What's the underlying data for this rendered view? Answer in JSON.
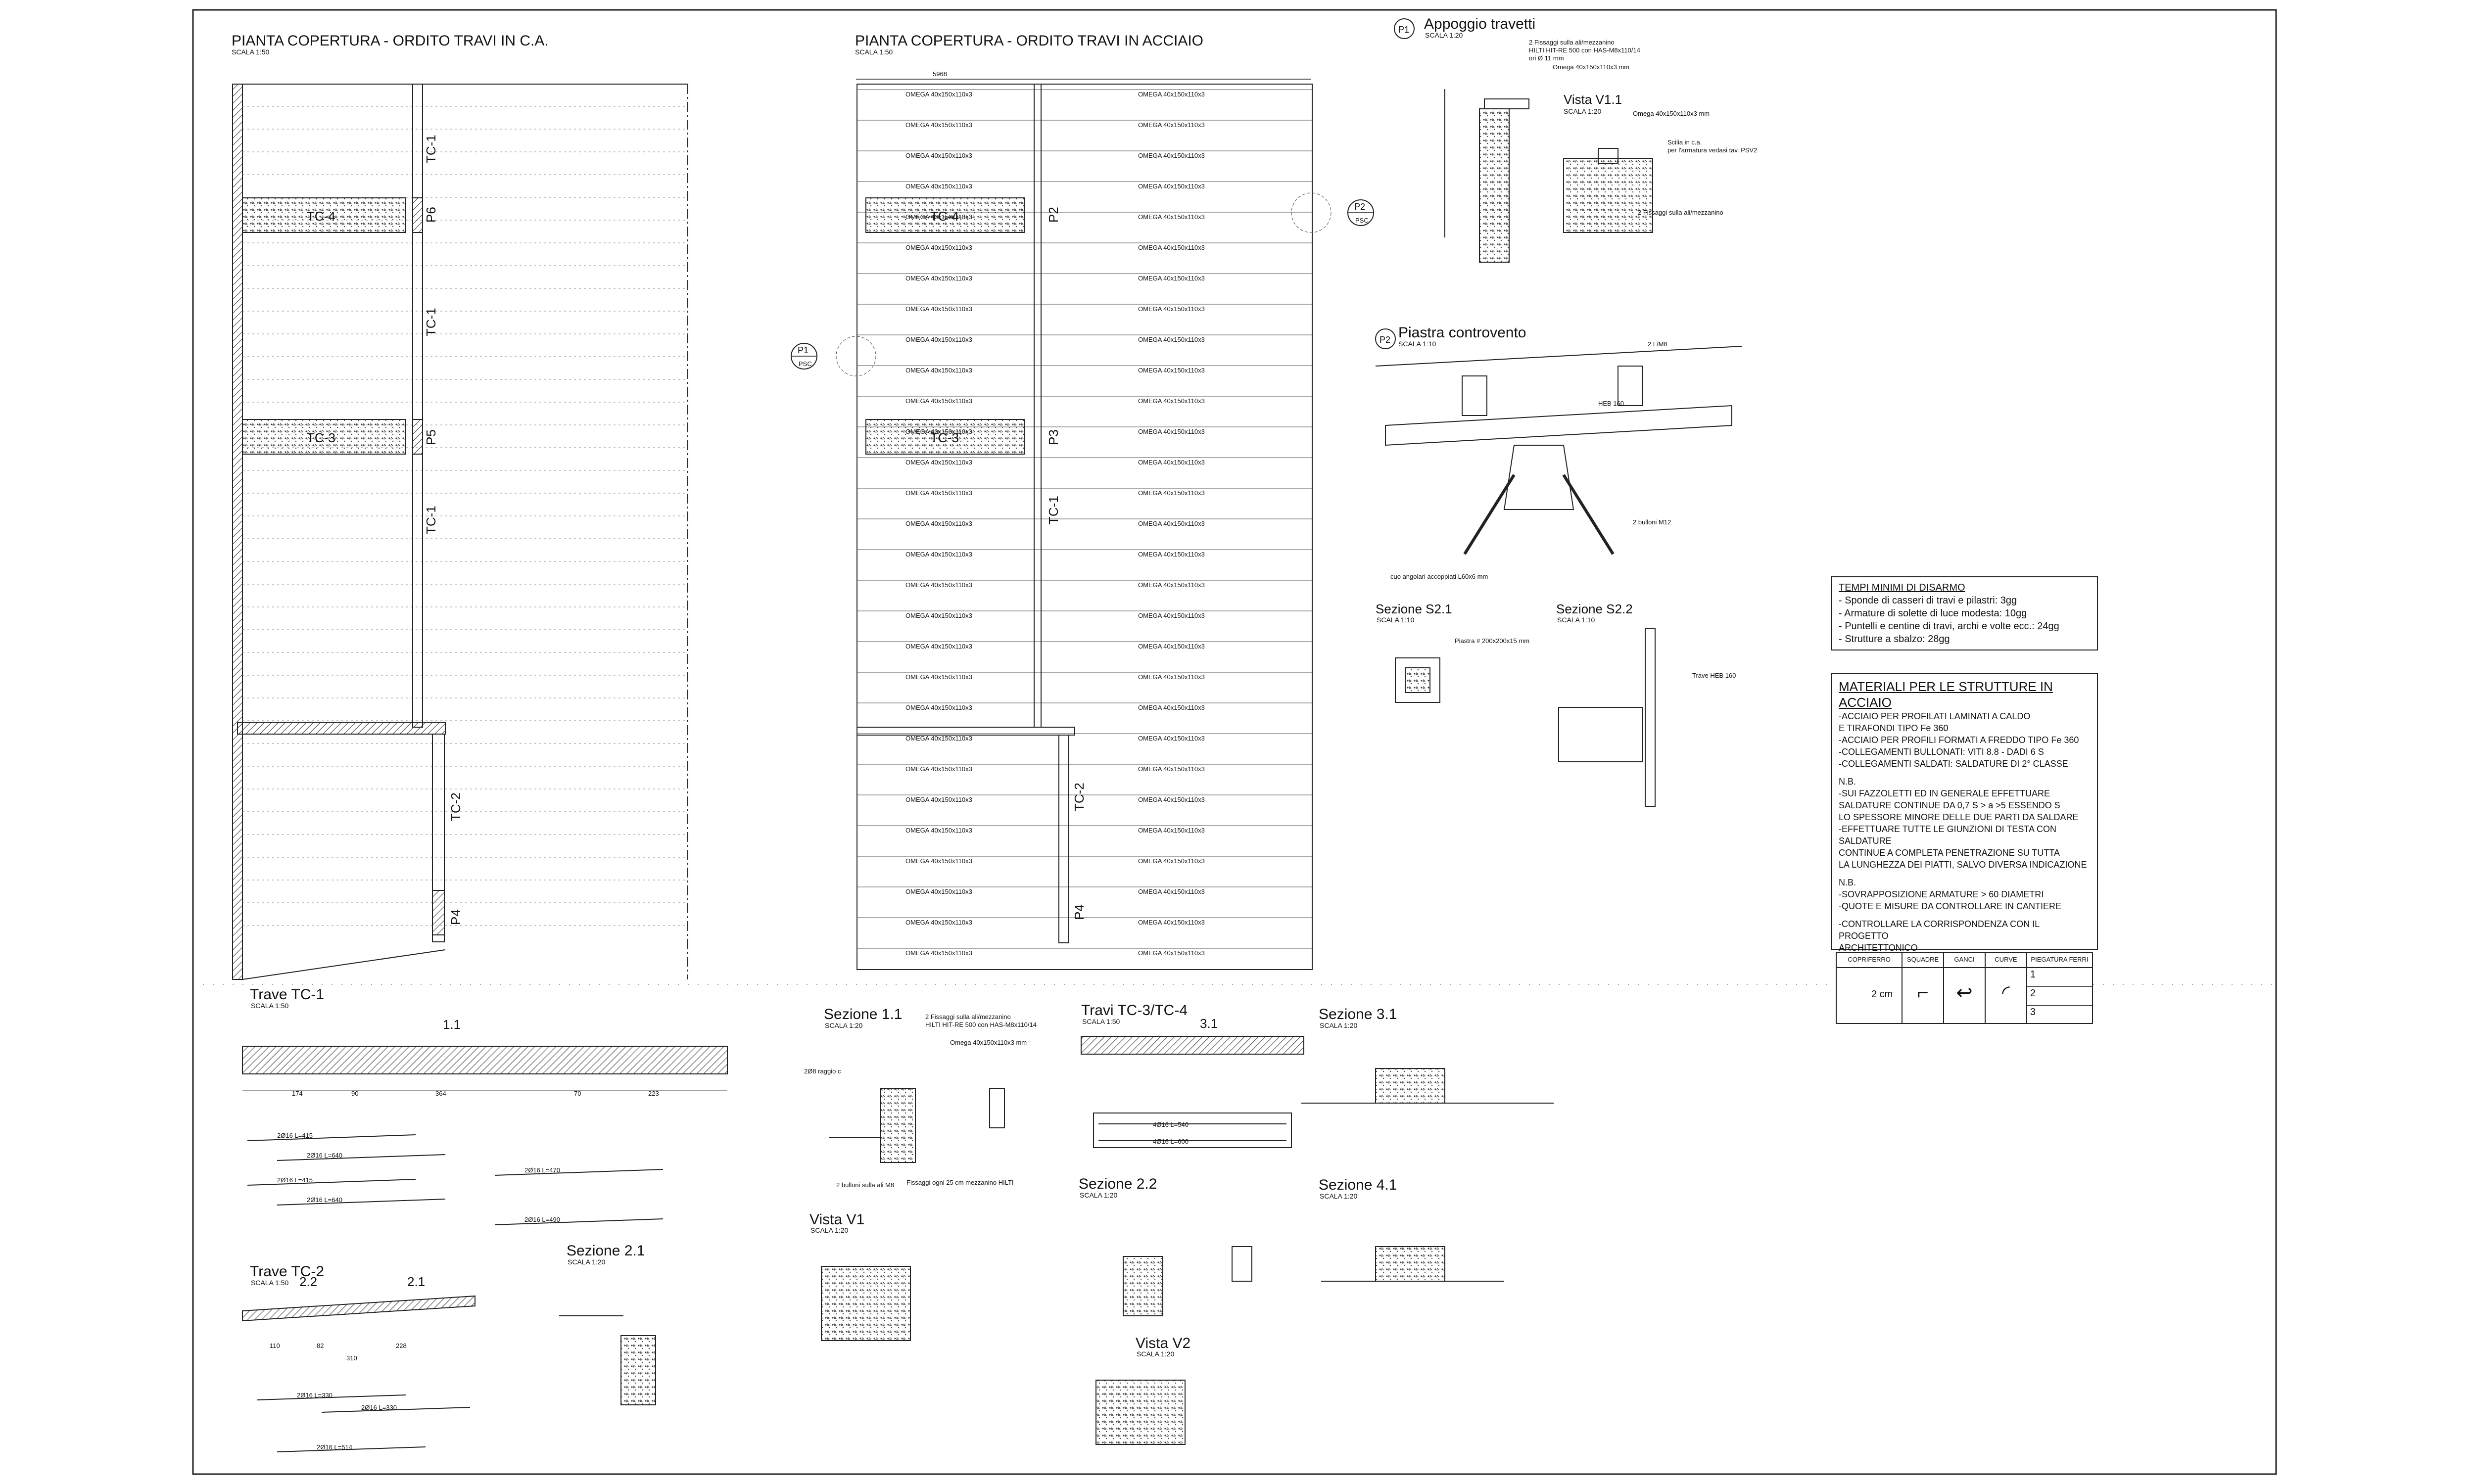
{
  "views": {
    "ca_title": "PIANTA COPERTURA - ORDITO TRAVI IN C.A.",
    "ca_scale": "SCALA 1:50",
    "steel_title": "PIANTA COPERTURA - ORDITO TRAVI IN ACCIAIO",
    "steel_scale": "SCALA 1:50",
    "dim_top": "5968",
    "omega_label": "OMEGA 40x150x110x3"
  },
  "ca_plan": {
    "tc1a": "TC-1",
    "p6": "P6",
    "tc4": "TC-4",
    "tc1b": "TC-1",
    "tc3": "TC-3",
    "p5": "P5",
    "tc1c": "TC-1",
    "tc2": "TC-2",
    "p4": "P4"
  },
  "steel_plan": {
    "tc4": "TC-4",
    "p2": "P2",
    "tc3": "TC-3",
    "p3": "P3",
    "tc1": "TC-1",
    "tc2": "TC-2",
    "p4": "P4",
    "p1_tag": "P1",
    "p1_sub": "PSC",
    "p2_tag": "P2",
    "p2_sub": "PSC"
  },
  "details": {
    "p1_num": "P1",
    "p1_title": "Appoggio travetti",
    "p1_scale": "SCALA 1:20",
    "p1_note1": "2 Fissaggi sulla ali/mezzanino",
    "p1_note2": "HILTI HIT-RE 500 con HAS-M8x110/14",
    "p1_note3": "ori Ø 11 mm",
    "p1_note4": "Omega 40x150x110x3 mm",
    "v11_title": "Vista V1.1",
    "v11_scale": "SCALA 1:20",
    "v11_note1": "Omega 40x150x110x3 mm",
    "v11_note2": "Scilia in c.a.",
    "v11_note3": "per l'armatura vedasi tav. PSV2",
    "v11_note4": "2 Fissaggi sulla ali/mezzanino",
    "p2_num": "P2",
    "p2_title": "Piastra controvento",
    "p2_scale": "SCALA 1:10",
    "p2_note1": "2 L/M8",
    "p2_note2": "2 bulloni M12",
    "p2_note3": "HEB 160",
    "p2_note4": "cuo angolari accoppiati L60x6 mm",
    "s21_title": "Sezione S2.1",
    "s21_scale": "SCALA 1:10",
    "s22_title": "Sezione S2.2",
    "s22_scale": "SCALA 1:10",
    "s21_note": "Piastra # 200x200x15 mm",
    "s22_note": "Trave HEB 160"
  },
  "notes": {
    "tempi_title": "TEMPI MINIMI DI DISARMO",
    "tempi": [
      "- Sponde di casseri di travi e pilastri: 3gg",
      "- Armature di solette di luce modesta: 10gg",
      "- Puntelli e centine di travi, archi e volte ecc.: 24gg",
      "- Strutture a sbalzo: 28gg"
    ],
    "mat_title": "MATERIALI PER LE STRUTTURE IN ACCIAIO",
    "mat": [
      "-ACCIAIO PER PROFILATI LAMINATI A CALDO",
      "  E TIRAFONDI TIPO Fe 360",
      "-ACCIAIO PER PROFILI FORMATI A FREDDO TIPO Fe 360",
      "-COLLEGAMENTI BULLONATI: VITI 8.8 - DADI 6 S",
      "-COLLEGAMENTI SALDATI: SALDATURE DI 2° CLASSE",
      "",
      "N.B.",
      "-SUI FAZZOLETTI ED IN GENERALE EFFETTUARE",
      "  SALDATURE CONTINUE DA 0,7 S > a >5 ESSENDO S",
      "  LO SPESSORE MINORE DELLE DUE PARTI DA SALDARE",
      "-EFFETTUARE TUTTE LE GIUNZIONI DI TESTA CON SALDATURE",
      "  CONTINUE A COMPLETA PENETRAZIONE SU TUTTA",
      "  LA LUNGHEZZA DEI PIATTI, SALVO DIVERSA INDICAZIONE",
      "",
      "N.B.",
      "-SOVRAPPOSIZIONE ARMATURE > 60 DIAMETRI",
      "-QUOTE E MISURE DA CONTROLLARE IN CANTIERE",
      "",
      "-CONTROLLARE LA CORRISPONDENZA CON IL PROGETTO",
      "  ARCHITETTONICO"
    ],
    "legend_headers": [
      "COPRIFERRO",
      "SQUADRE",
      "GANCI",
      "CURVE",
      "PIEGATURA FERRI"
    ],
    "legend_cover": "2 cm",
    "legend_rows": [
      "1",
      "2",
      "3"
    ]
  },
  "sections": {
    "tc1_title": "Trave TC-1",
    "tc1_scale": "SCALA 1:50",
    "tc1_cut": "1.1",
    "tc1_dims": [
      "174",
      "90",
      "364",
      "70",
      "223"
    ],
    "tc1_bars": [
      "2Ø16 L=415",
      "2Ø16 L=640",
      "2Ø16 L=415",
      "2Ø16 L=640",
      "2Ø16 L=470",
      "2Ø16 L=490"
    ],
    "s11_title": "Sezione 1.1",
    "s11_scale": "SCALA 1:20",
    "s11_note1": "2 Fissaggi sulla ali/mezzanino",
    "s11_note2": "HILTI HIT-RE 500 con HAS-M8x110/14",
    "s11_note3": "Omega 40x150x110x3 mm",
    "s11_note4": "2Ø8 raggio c",
    "s11_note5": "2 bulloni sulla ali M8",
    "s11_note6": "Fissaggi ogni 25 cm mezzanino HILTI",
    "tc34_title": "Travi TC-3/TC-4",
    "tc34_scale": "SCALA 1:50",
    "tc34_cut": "3.1",
    "tc34_bars": [
      "4Ø16 L=540",
      "4Ø16 L=600"
    ],
    "s31_title": "Sezione 3.1",
    "s31_scale": "SCALA 1:20",
    "s41_title": "Sezione 4.1",
    "s41_scale": "SCALA 1:20",
    "s22b_title": "Sezione 2.2",
    "s22b_scale": "SCALA 1:20",
    "v1_title": "Vista V1",
    "v1_scale": "SCALA 1:20",
    "v2_title": "Vista V2",
    "v2_scale": "SCALA 1:20",
    "tc2_title": "Trave TC-2",
    "tc2_scale": "SCALA 1:50",
    "tc2_cut1": "2.2",
    "tc2_cut2": "2.1",
    "tc2_dims": [
      "110",
      "82",
      "228",
      "310"
    ],
    "tc2_bars": [
      "2Ø16 L=330",
      "2Ø16 L=330",
      "2Ø16 L=514"
    ],
    "s21b_title": "Sezione 2.1",
    "s21b_scale": "SCALA 1:20"
  }
}
